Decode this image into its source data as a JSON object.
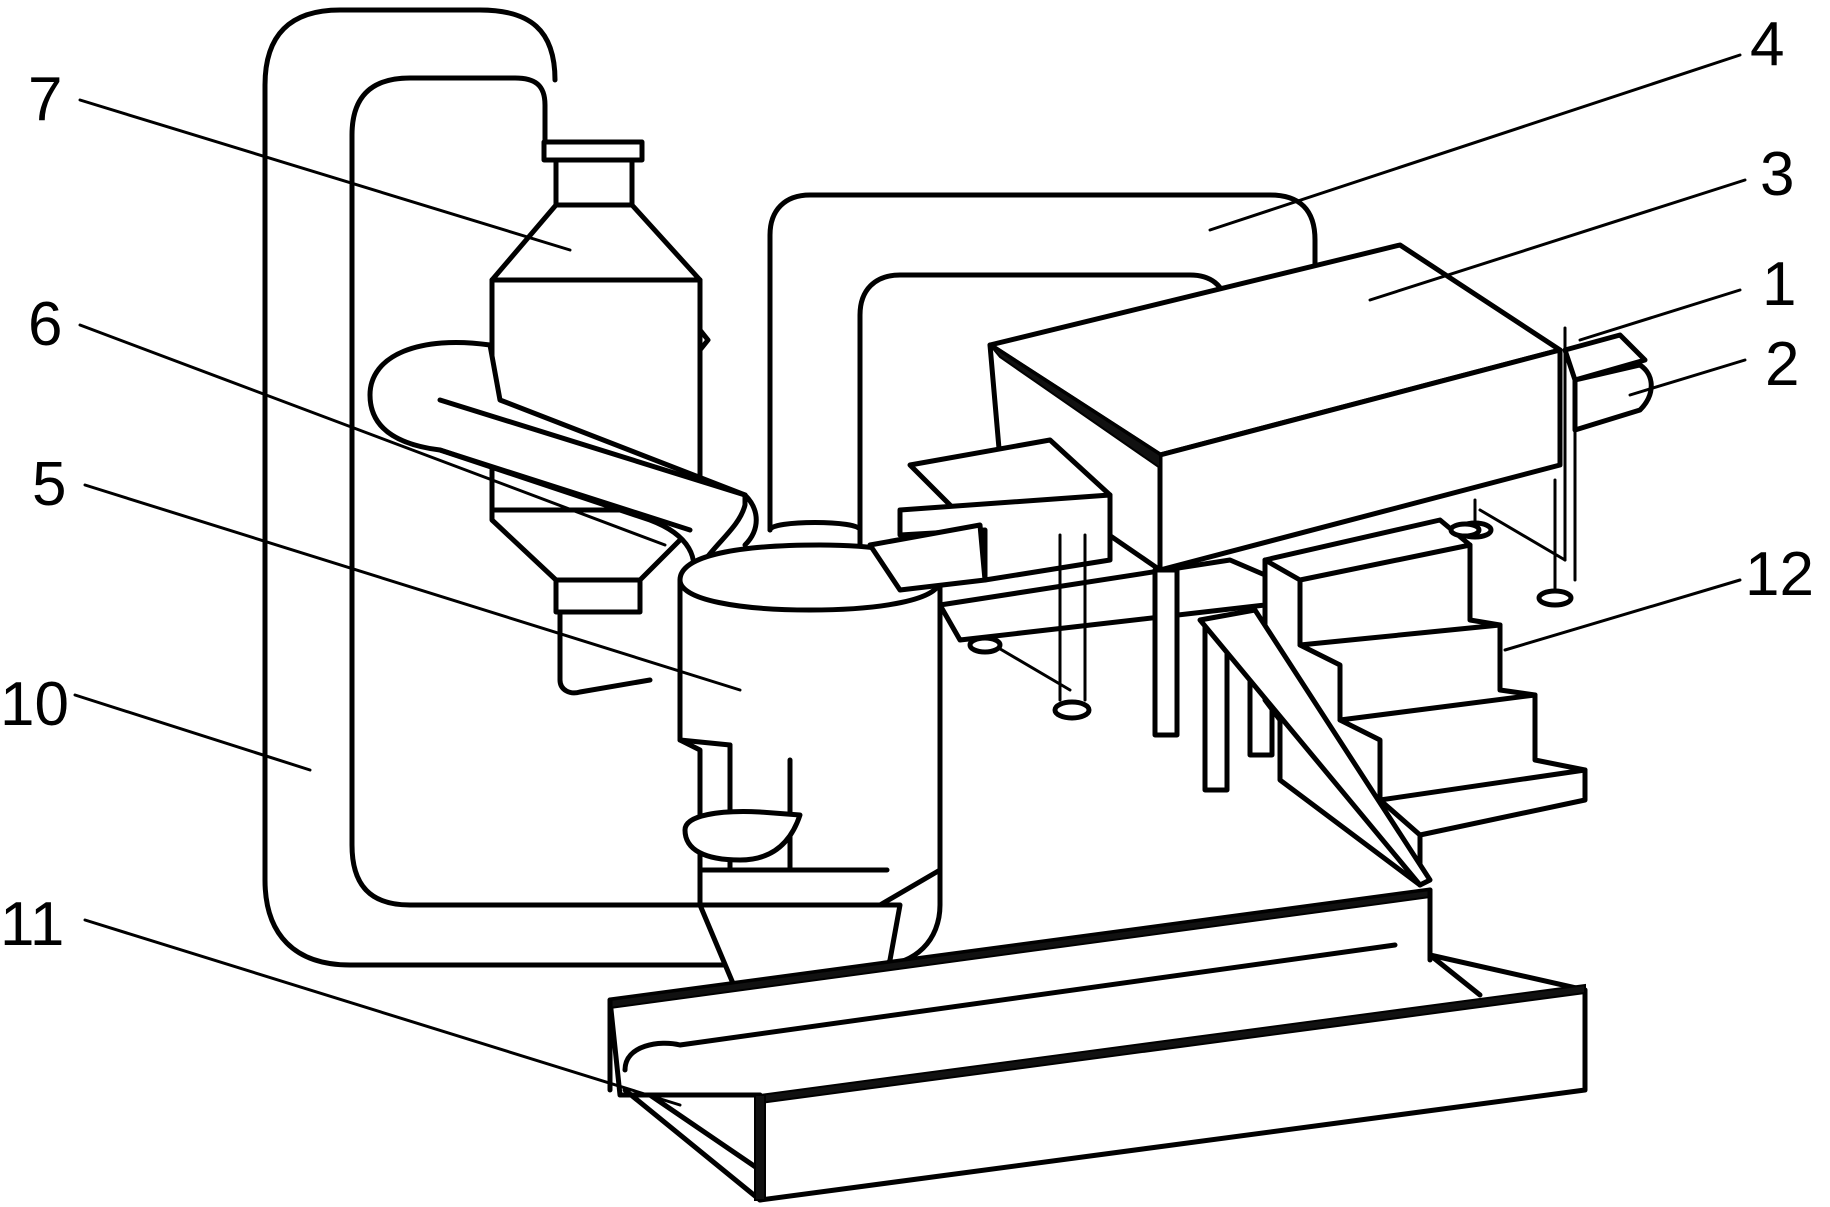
{
  "labels": [
    {
      "id": "1",
      "text": "1"
    },
    {
      "id": "2",
      "text": "2"
    },
    {
      "id": "3",
      "text": "3"
    },
    {
      "id": "4",
      "text": "4"
    },
    {
      "id": "5",
      "text": "5"
    },
    {
      "id": "6",
      "text": "6"
    },
    {
      "id": "7",
      "text": "7"
    },
    {
      "id": "10",
      "text": "10"
    },
    {
      "id": "11",
      "text": "11"
    },
    {
      "id": "12",
      "text": "12"
    }
  ],
  "colors": {
    "stroke": "#000000",
    "background": "#ffffff"
  }
}
